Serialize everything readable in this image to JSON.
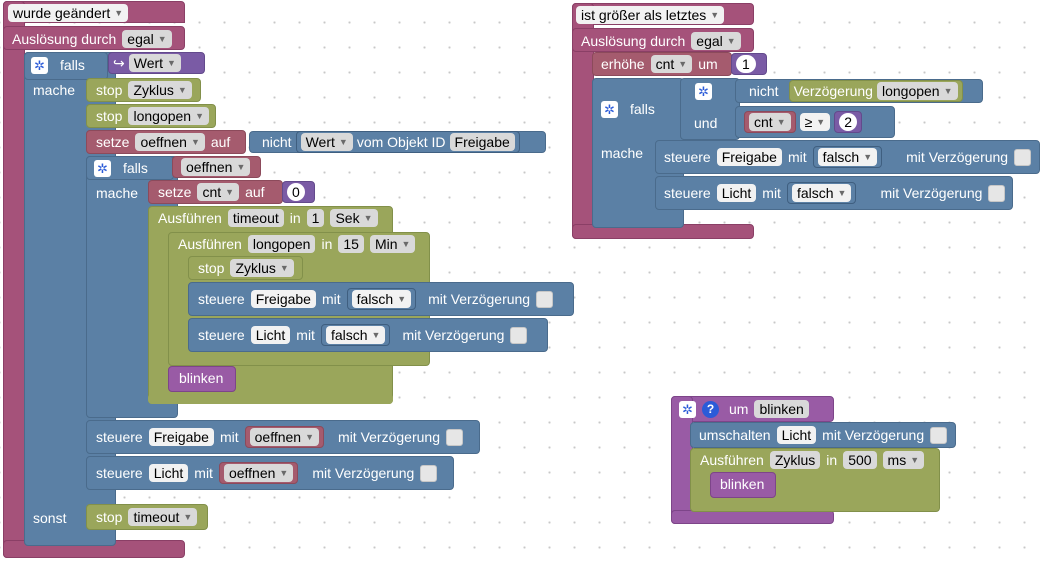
{
  "left": {
    "trigger_label": "wurde geändert",
    "trigger_by_label": "Auslösung durch",
    "trigger_by_value": "egal",
    "if1": {
      "falls": "falls",
      "var": "Wert",
      "mache": "mache",
      "sonst": "sonst"
    },
    "stop_zyklus": {
      "label": "stop",
      "value": "Zyklus"
    },
    "stop_longopen": {
      "label": "stop",
      "value": "longopen"
    },
    "setze": {
      "label": "setze",
      "var": "oeffnen",
      "auf": "auf",
      "nicht": "nicht",
      "wert": "Wert",
      "vom_objekt": "vom Objekt ID",
      "id": "Freigabe"
    },
    "if2": {
      "falls": "falls",
      "var": "oeffnen",
      "mache": "mache"
    },
    "setze_cnt": {
      "label": "setze",
      "var": "cnt",
      "auf": "auf",
      "value": "0"
    },
    "ausfuehren_timeout": {
      "label": "Ausführen",
      "name": "timeout",
      "in": "in",
      "value": "1",
      "unit": "Sek"
    },
    "ausfuehren_longopen": {
      "label": "Ausführen",
      "name": "longopen",
      "in": "in",
      "value": "15",
      "unit": "Min"
    },
    "inner_stop_zyklus": {
      "label": "stop",
      "value": "Zyklus"
    },
    "steuere_freigabe_falsch": {
      "label": "steuere",
      "target": "Freigabe",
      "mit": "mit",
      "value": "falsch",
      "delay": "mit Verzögerung"
    },
    "steuere_licht_falsch": {
      "label": "steuere",
      "target": "Licht",
      "mit": "mit",
      "value": "falsch",
      "delay": "mit Verzögerung"
    },
    "blinken": "blinken",
    "steuere_freigabe_oeffnen": {
      "label": "steuere",
      "target": "Freigabe",
      "mit": "mit",
      "value": "oeffnen",
      "delay": "mit Verzögerung"
    },
    "steuere_licht_oeffnen": {
      "label": "steuere",
      "target": "Licht",
      "mit": "mit",
      "value": "oeffnen",
      "delay": "mit Verzögerung"
    },
    "stop_timeout": {
      "label": "stop",
      "value": "timeout"
    }
  },
  "right": {
    "trigger_label": "ist größer als letztes",
    "trigger_by_label": "Auslösung durch",
    "trigger_by_value": "egal",
    "erhoehe": {
      "label": "erhöhe",
      "var": "cnt",
      "um": "um",
      "value": "1"
    },
    "if": {
      "falls": "falls",
      "und": "und",
      "mache": "mache",
      "nicht": "nicht",
      "verzoegerung": "Verzögerung",
      "timer": "longopen",
      "cnt": "cnt",
      "op": "≥",
      "value": "2"
    },
    "steuere_freigabe": {
      "label": "steuere",
      "target": "Freigabe",
      "mit": "mit",
      "value": "falsch",
      "delay": "mit Verzögerung"
    },
    "steuere_licht": {
      "label": "steuere",
      "target": "Licht",
      "mit": "mit",
      "value": "falsch",
      "delay": "mit Verzögerung"
    }
  },
  "func": {
    "um": "um",
    "name": "blinken",
    "umschalten": {
      "label": "umschalten",
      "target": "Licht",
      "delay": "mit Verzögerung"
    },
    "ausfuehren": {
      "label": "Ausführen",
      "name": "Zyklus",
      "in": "in",
      "value": "500",
      "unit": "ms"
    },
    "call": "blinken"
  }
}
